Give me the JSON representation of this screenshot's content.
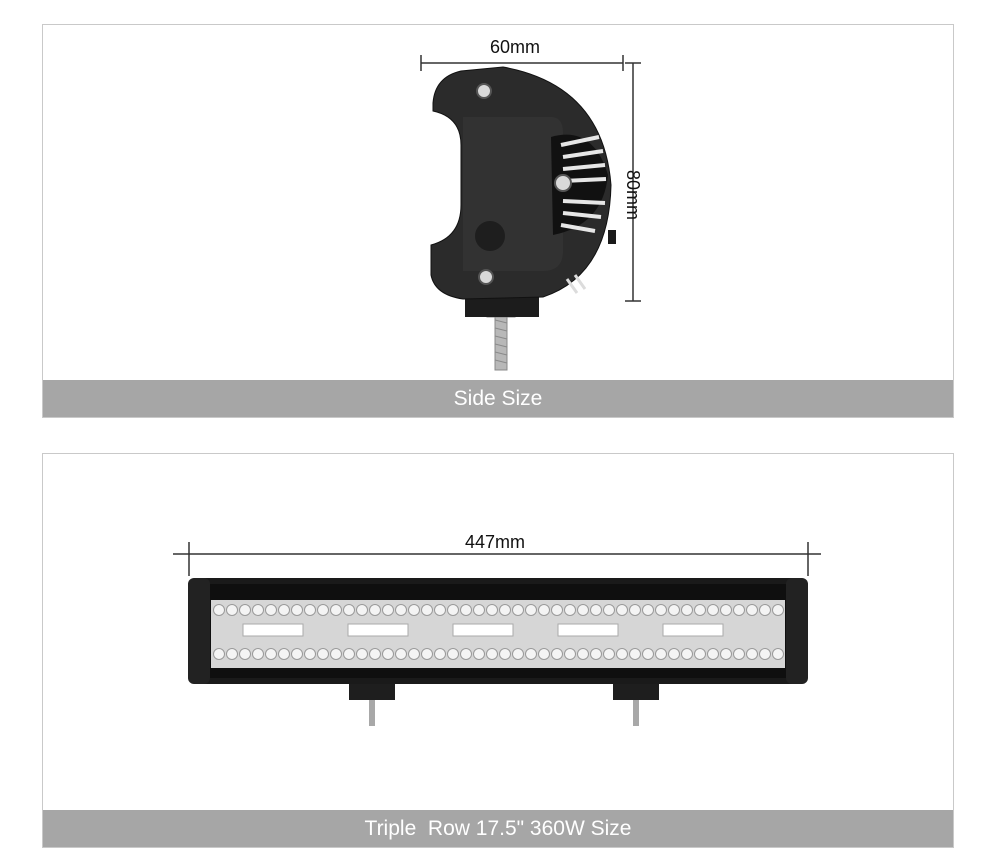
{
  "side_panel": {
    "width_label": "60mm",
    "height_label": "80mm",
    "caption": "Side Size"
  },
  "front_panel": {
    "length_label": "447mm",
    "caption": "Triple  Row 17.5\" 360W Size"
  }
}
